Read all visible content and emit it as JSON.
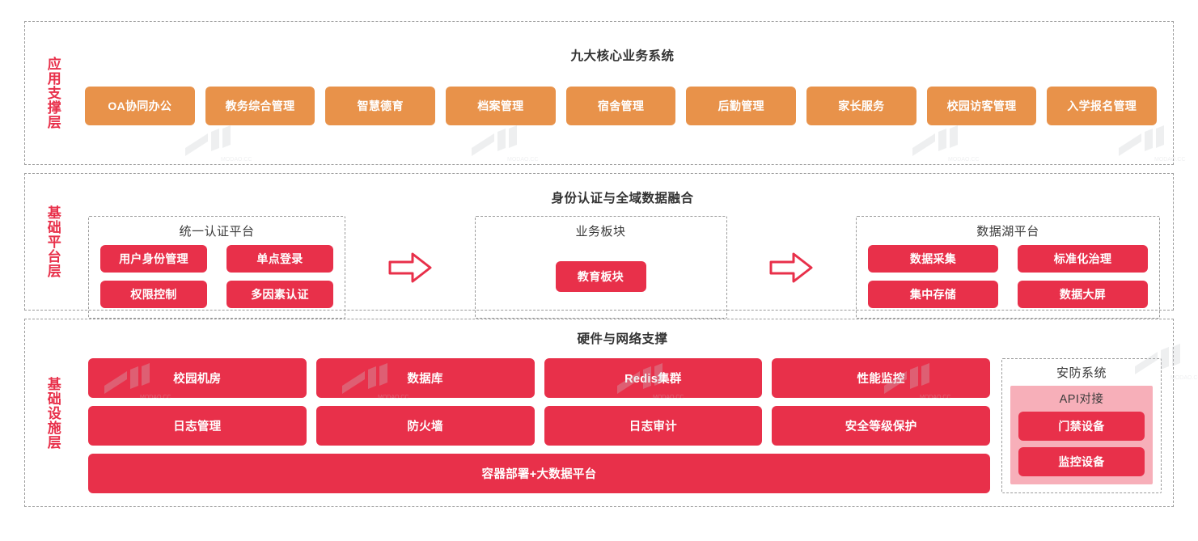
{
  "diagram": {
    "accent_orange": "#E8924A",
    "accent_red": "#E8304A",
    "accent_pink": "#F7AFB9",
    "border_dash": "#9B9B9B"
  },
  "layers": [
    {
      "id": "application",
      "side_label": "应用支撑层",
      "title": "九大核心业务系统",
      "items": [
        {
          "label": "OA协同办公"
        },
        {
          "label": "教务综合管理"
        },
        {
          "label": "智慧德育"
        },
        {
          "label": "档案管理"
        },
        {
          "label": "宿舍管理"
        },
        {
          "label": "后勤管理"
        },
        {
          "label": "家长服务"
        },
        {
          "label": "校园访客管理"
        },
        {
          "label": "入学报名管理"
        }
      ]
    },
    {
      "id": "platform",
      "side_label": "基础平台层",
      "title": "身份认证与全域数据融合",
      "groups": [
        {
          "id": "unified-auth",
          "title": "统一认证平台",
          "items": [
            {
              "label": "用户身份管理"
            },
            {
              "label": "单点登录"
            },
            {
              "label": "权限控制"
            },
            {
              "label": "多因素认证"
            }
          ]
        },
        {
          "id": "business-module",
          "title": "业务板块",
          "items": [
            {
              "label": "教育板块"
            }
          ]
        },
        {
          "id": "data-lake",
          "title": "数据湖平台",
          "items": [
            {
              "label": "数据采集"
            },
            {
              "label": "标准化治理"
            },
            {
              "label": "集中存储"
            },
            {
              "label": "数据大屏"
            }
          ]
        }
      ],
      "arrows": [
        {
          "name": "arrow-auth-to-business"
        },
        {
          "name": "arrow-business-to-datalake"
        }
      ]
    },
    {
      "id": "infrastructure",
      "side_label": "基础设施层",
      "title": "硬件与网络支撑",
      "rows": [
        [
          {
            "label": "校园机房"
          },
          {
            "label": "数据库"
          },
          {
            "label": "Redis集群"
          },
          {
            "label": "性能监控"
          }
        ],
        [
          {
            "label": "日志管理"
          },
          {
            "label": "防火墙"
          },
          {
            "label": "日志审计"
          },
          {
            "label": "安全等级保护"
          }
        ]
      ],
      "full_width_item": {
        "label": "容器部署+大数据平台"
      },
      "security": {
        "title": "安防系统",
        "api_title": "API对接",
        "items": [
          {
            "label": "门禁设备"
          },
          {
            "label": "监控设备"
          }
        ]
      }
    }
  ]
}
